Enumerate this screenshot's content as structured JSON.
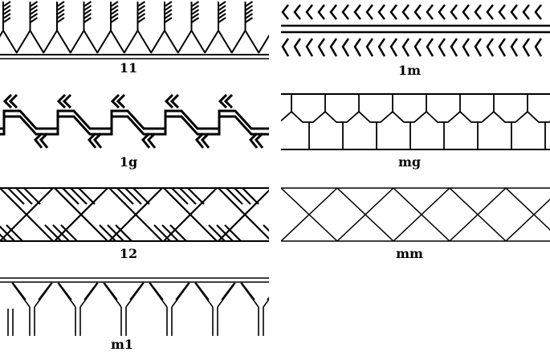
{
  "patterns": [
    {
      "id": "p11",
      "label": "11"
    },
    {
      "id": "p1m",
      "label": "1m"
    },
    {
      "id": "p1g",
      "label": "1g"
    },
    {
      "id": "pmg",
      "label": "mg"
    },
    {
      "id": "p12",
      "label": "12"
    },
    {
      "id": "pmm",
      "label": "mm"
    },
    {
      "id": "pm1",
      "label": "m1"
    }
  ]
}
